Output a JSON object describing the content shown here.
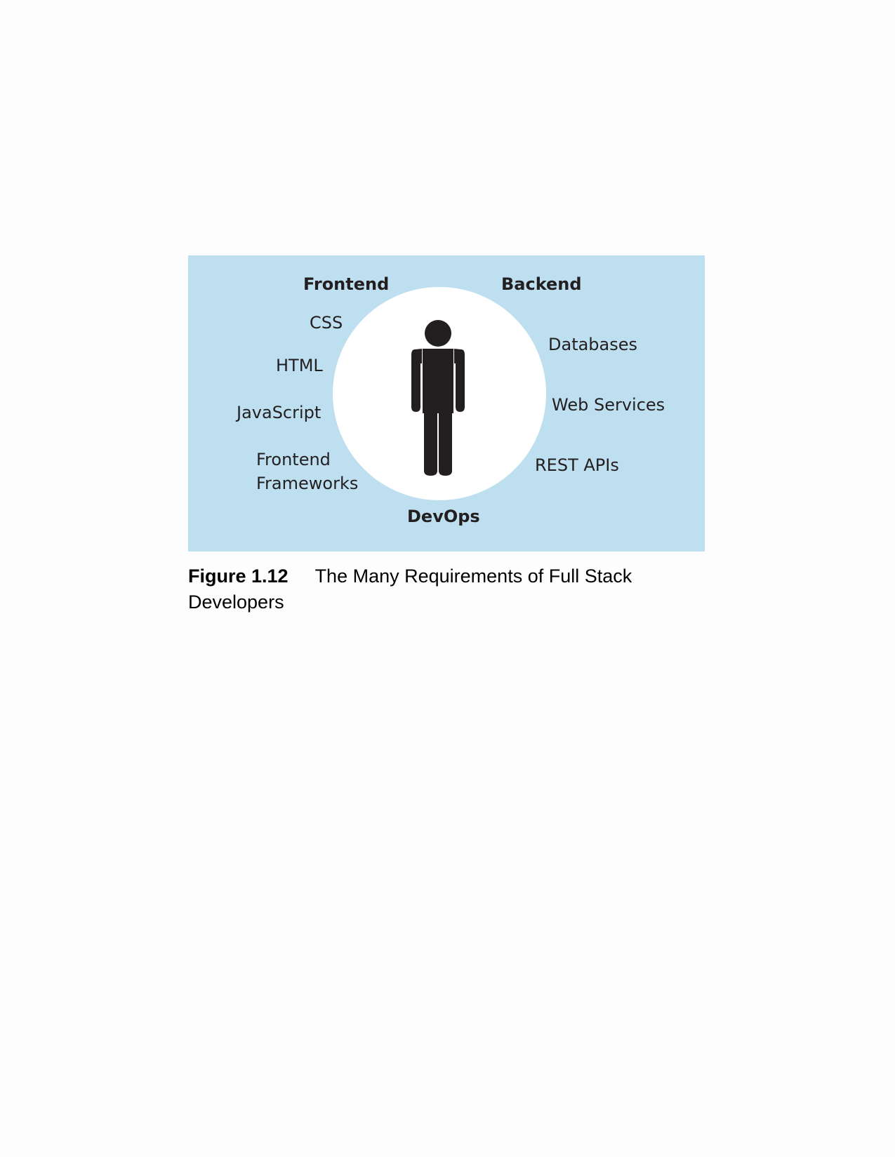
{
  "diagram": {
    "center_icon": "person-icon",
    "frontend": {
      "heading": "Frontend",
      "items": [
        "CSS",
        "HTML",
        "JavaScript",
        "Frontend",
        "Frameworks"
      ]
    },
    "backend": {
      "heading": "Backend",
      "items": [
        "Databases",
        "Web Services",
        "REST APIs"
      ]
    },
    "devops": {
      "heading": "DevOps"
    },
    "colors": {
      "background": "#bedff0",
      "circle": "#ffffff",
      "figure": "#231f20"
    }
  },
  "caption": {
    "number": "Figure 1.12",
    "text": "The Many Requirements of Full Stack Developers"
  }
}
